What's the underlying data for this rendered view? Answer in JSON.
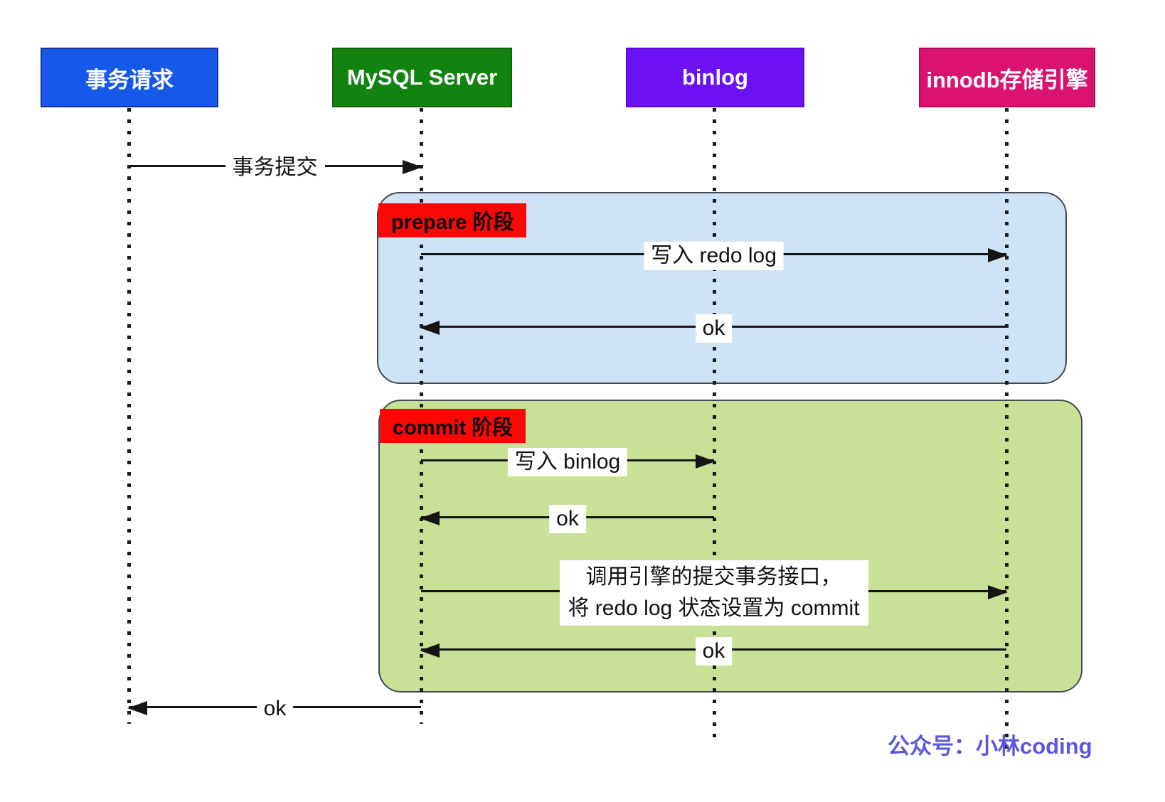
{
  "diagram": {
    "title_implicit": "MySQL two-phase commit sequence",
    "actors": [
      {
        "id": "transaction-request",
        "label": "事务请求",
        "color": "#1659ea"
      },
      {
        "id": "mysql-server",
        "label": "MySQL Server",
        "color": "#128211"
      },
      {
        "id": "binlog",
        "label": "binlog",
        "color": "#6c11f4"
      },
      {
        "id": "innodb-engine",
        "label": "innodb存储引擎",
        "color": "#dc1270"
      }
    ],
    "stages": [
      {
        "id": "prepare",
        "label": "prepare 阶段",
        "fill": "#cfe3f7",
        "label_bg": "#fb0806"
      },
      {
        "id": "commit",
        "label": "commit 阶段",
        "fill": "#c9e196",
        "label_bg": "#fb0806"
      }
    ],
    "messages": {
      "commit_request": {
        "label": "事务提交",
        "from": "事务请求",
        "to": "MySQL Server"
      },
      "write_redo_log": {
        "label": "写入 redo log",
        "from": "MySQL Server",
        "to": "innodb存储引擎"
      },
      "redo_ok": {
        "label": "ok",
        "from": "innodb存储引擎",
        "to": "MySQL Server"
      },
      "write_binlog": {
        "label": "写入 binlog",
        "from": "MySQL Server",
        "to": "binlog"
      },
      "binlog_ok": {
        "label": "ok",
        "from": "binlog",
        "to": "MySQL Server"
      },
      "engine_commit": {
        "line1": "调用引擎的提交事务接口，",
        "line2": "将 redo log 状态设置为 commit",
        "from": "MySQL Server",
        "to": "innodb存储引擎"
      },
      "engine_ok": {
        "label": "ok",
        "from": "innodb存储引擎",
        "to": "MySQL Server"
      },
      "final_ok": {
        "label": "ok",
        "from": "MySQL Server",
        "to": "事务请求"
      }
    },
    "watermark": {
      "text": "公众号：小林coding",
      "color": "#5b57e0"
    }
  }
}
